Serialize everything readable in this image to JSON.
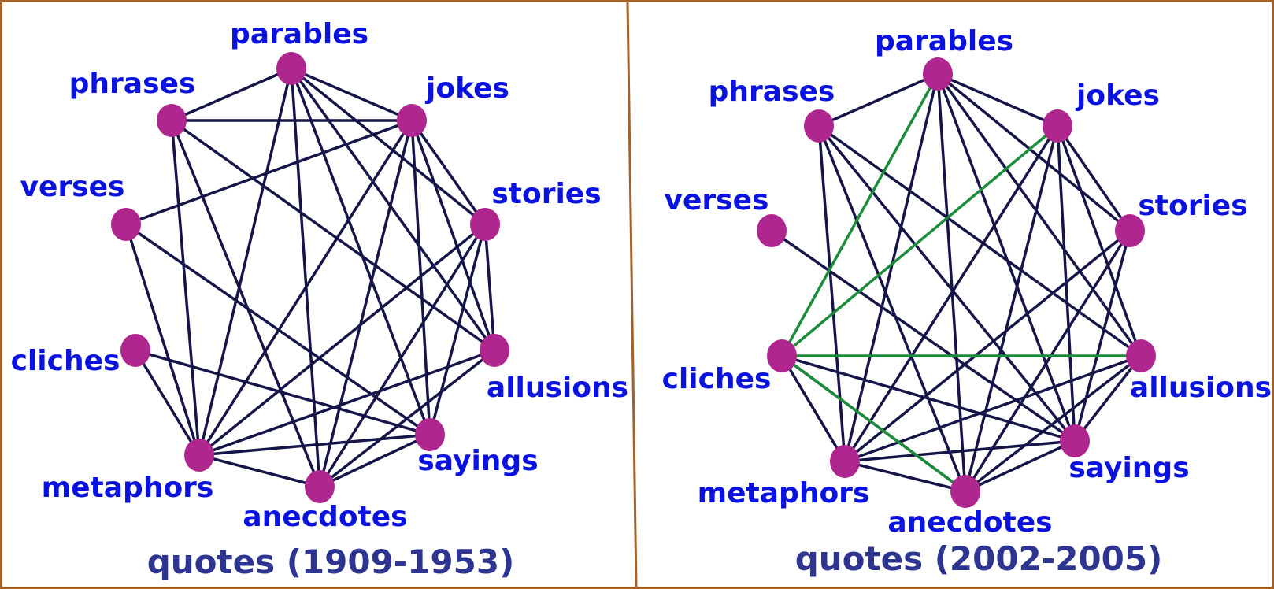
{
  "colors": {
    "frame": "#a0622a",
    "node": "#b0268f",
    "edge": "#15154a",
    "edge_highlight": "#1a8c3a",
    "label": "#0a12e0",
    "caption": "#2e3591"
  },
  "nodes": [
    {
      "id": "parables",
      "label": "parables"
    },
    {
      "id": "phrases",
      "label": "phrases"
    },
    {
      "id": "jokes",
      "label": "jokes"
    },
    {
      "id": "verses",
      "label": "verses"
    },
    {
      "id": "stories",
      "label": "stories"
    },
    {
      "id": "cliches",
      "label": "cliches"
    },
    {
      "id": "allusions",
      "label": "allusions"
    },
    {
      "id": "metaphors",
      "label": "metaphors"
    },
    {
      "id": "sayings",
      "label": "sayings"
    },
    {
      "id": "anecdotes",
      "label": "anecdotes"
    }
  ],
  "panels": [
    {
      "caption": "quotes (1909-1953)",
      "edges": [
        [
          "parables",
          "phrases"
        ],
        [
          "parables",
          "jokes"
        ],
        [
          "parables",
          "stories"
        ],
        [
          "parables",
          "allusions"
        ],
        [
          "parables",
          "sayings"
        ],
        [
          "parables",
          "anecdotes"
        ],
        [
          "parables",
          "metaphors"
        ],
        [
          "phrases",
          "jokes"
        ],
        [
          "phrases",
          "metaphors"
        ],
        [
          "phrases",
          "anecdotes"
        ],
        [
          "phrases",
          "allusions"
        ],
        [
          "jokes",
          "verses"
        ],
        [
          "jokes",
          "stories"
        ],
        [
          "jokes",
          "allusions"
        ],
        [
          "jokes",
          "sayings"
        ],
        [
          "jokes",
          "anecdotes"
        ],
        [
          "jokes",
          "metaphors"
        ],
        [
          "verses",
          "metaphors"
        ],
        [
          "verses",
          "sayings"
        ],
        [
          "stories",
          "allusions"
        ],
        [
          "stories",
          "sayings"
        ],
        [
          "stories",
          "anecdotes"
        ],
        [
          "stories",
          "metaphors"
        ],
        [
          "cliches",
          "metaphors"
        ],
        [
          "cliches",
          "sayings"
        ],
        [
          "allusions",
          "metaphors"
        ],
        [
          "allusions",
          "anecdotes"
        ],
        [
          "metaphors",
          "sayings"
        ],
        [
          "metaphors",
          "anecdotes"
        ],
        [
          "sayings",
          "anecdotes"
        ]
      ],
      "highlight_edges": []
    },
    {
      "caption": "quotes (2002-2005)",
      "edges": [
        [
          "parables",
          "phrases"
        ],
        [
          "parables",
          "jokes"
        ],
        [
          "parables",
          "stories"
        ],
        [
          "parables",
          "allusions"
        ],
        [
          "parables",
          "sayings"
        ],
        [
          "parables",
          "anecdotes"
        ],
        [
          "parables",
          "metaphors"
        ],
        [
          "phrases",
          "metaphors"
        ],
        [
          "phrases",
          "anecdotes"
        ],
        [
          "phrases",
          "allusions"
        ],
        [
          "phrases",
          "sayings"
        ],
        [
          "jokes",
          "stories"
        ],
        [
          "jokes",
          "allusions"
        ],
        [
          "jokes",
          "sayings"
        ],
        [
          "jokes",
          "anecdotes"
        ],
        [
          "jokes",
          "metaphors"
        ],
        [
          "verses",
          "sayings"
        ],
        [
          "stories",
          "sayings"
        ],
        [
          "stories",
          "anecdotes"
        ],
        [
          "stories",
          "metaphors"
        ],
        [
          "cliches",
          "metaphors"
        ],
        [
          "cliches",
          "sayings"
        ],
        [
          "cliches",
          "anecdotes"
        ],
        [
          "allusions",
          "metaphors"
        ],
        [
          "allusions",
          "anecdotes"
        ],
        [
          "allusions",
          "sayings"
        ],
        [
          "metaphors",
          "sayings"
        ],
        [
          "metaphors",
          "anecdotes"
        ],
        [
          "sayings",
          "anecdotes"
        ]
      ],
      "highlight_edges": [
        [
          "cliches",
          "parables"
        ],
        [
          "cliches",
          "jokes"
        ],
        [
          "cliches",
          "allusions"
        ],
        [
          "cliches",
          "anecdotes"
        ]
      ]
    }
  ]
}
